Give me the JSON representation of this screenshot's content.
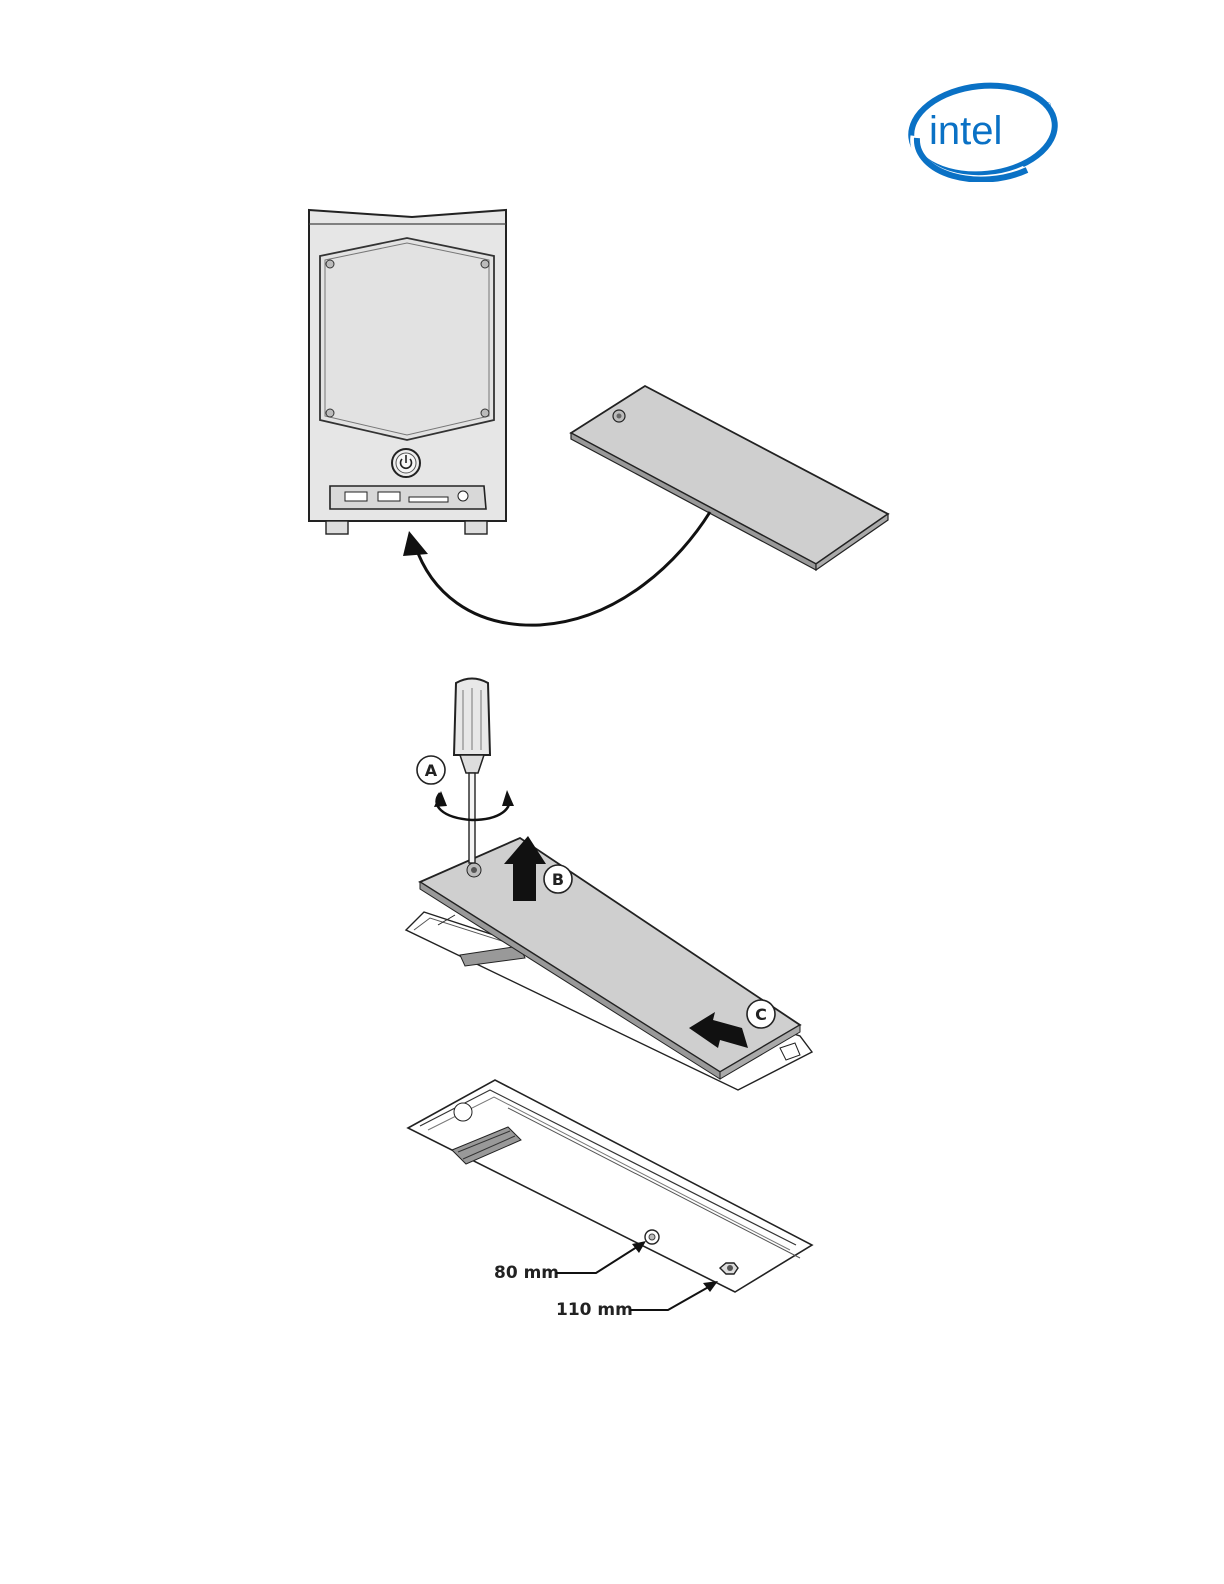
{
  "header": {
    "logo_text": "intel",
    "logo_color": "#0a71c5"
  },
  "figure1": {
    "description_icons": [
      "mini-pc-front",
      "m2-cover-panel",
      "curved-arrow"
    ]
  },
  "figure2": {
    "callouts": {
      "a": "A",
      "b": "B",
      "c": "C"
    }
  },
  "figure3": {
    "standoff_labels": {
      "short": "80 mm",
      "long": "110 mm"
    }
  }
}
